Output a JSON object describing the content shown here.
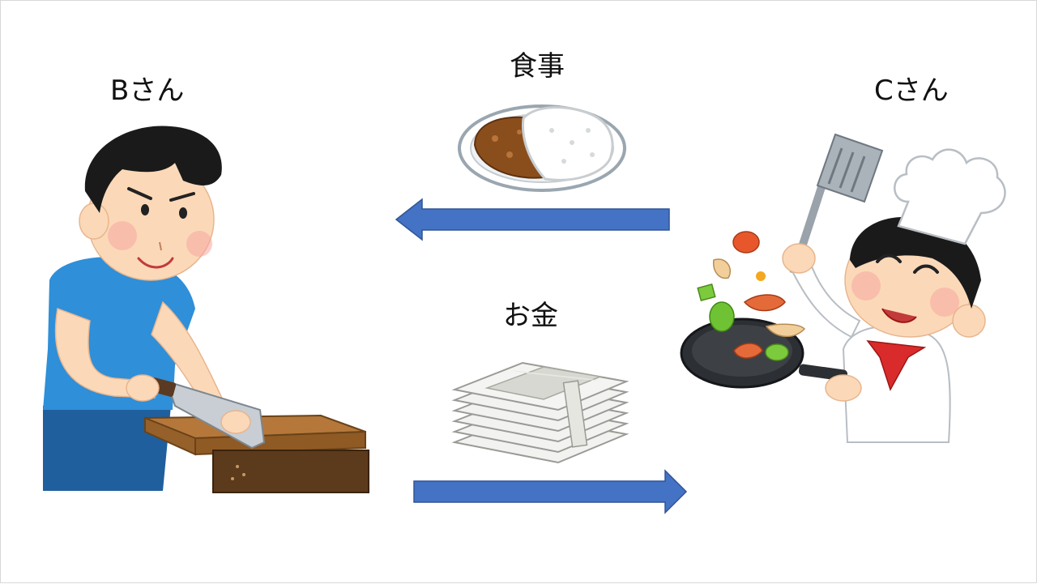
{
  "people": {
    "left": {
      "label": "Bさん",
      "role": "cutting-board-cook"
    },
    "right": {
      "label": "Cさん",
      "role": "chef-with-frying-pan"
    }
  },
  "flows": {
    "meal": {
      "label": "食事",
      "icon": "curry-rice-icon",
      "direction": "right-to-left"
    },
    "money": {
      "label": "お金",
      "icon": "money-bundle-icon",
      "direction": "left-to-right"
    }
  },
  "colors": {
    "arrow": "#4472c4",
    "arrow_stroke": "#2f5597",
    "shirt": "#2f8fd8",
    "pants": "#1f5f9e",
    "skin": "#fbd9b8",
    "hair": "#1a1a1a"
  }
}
